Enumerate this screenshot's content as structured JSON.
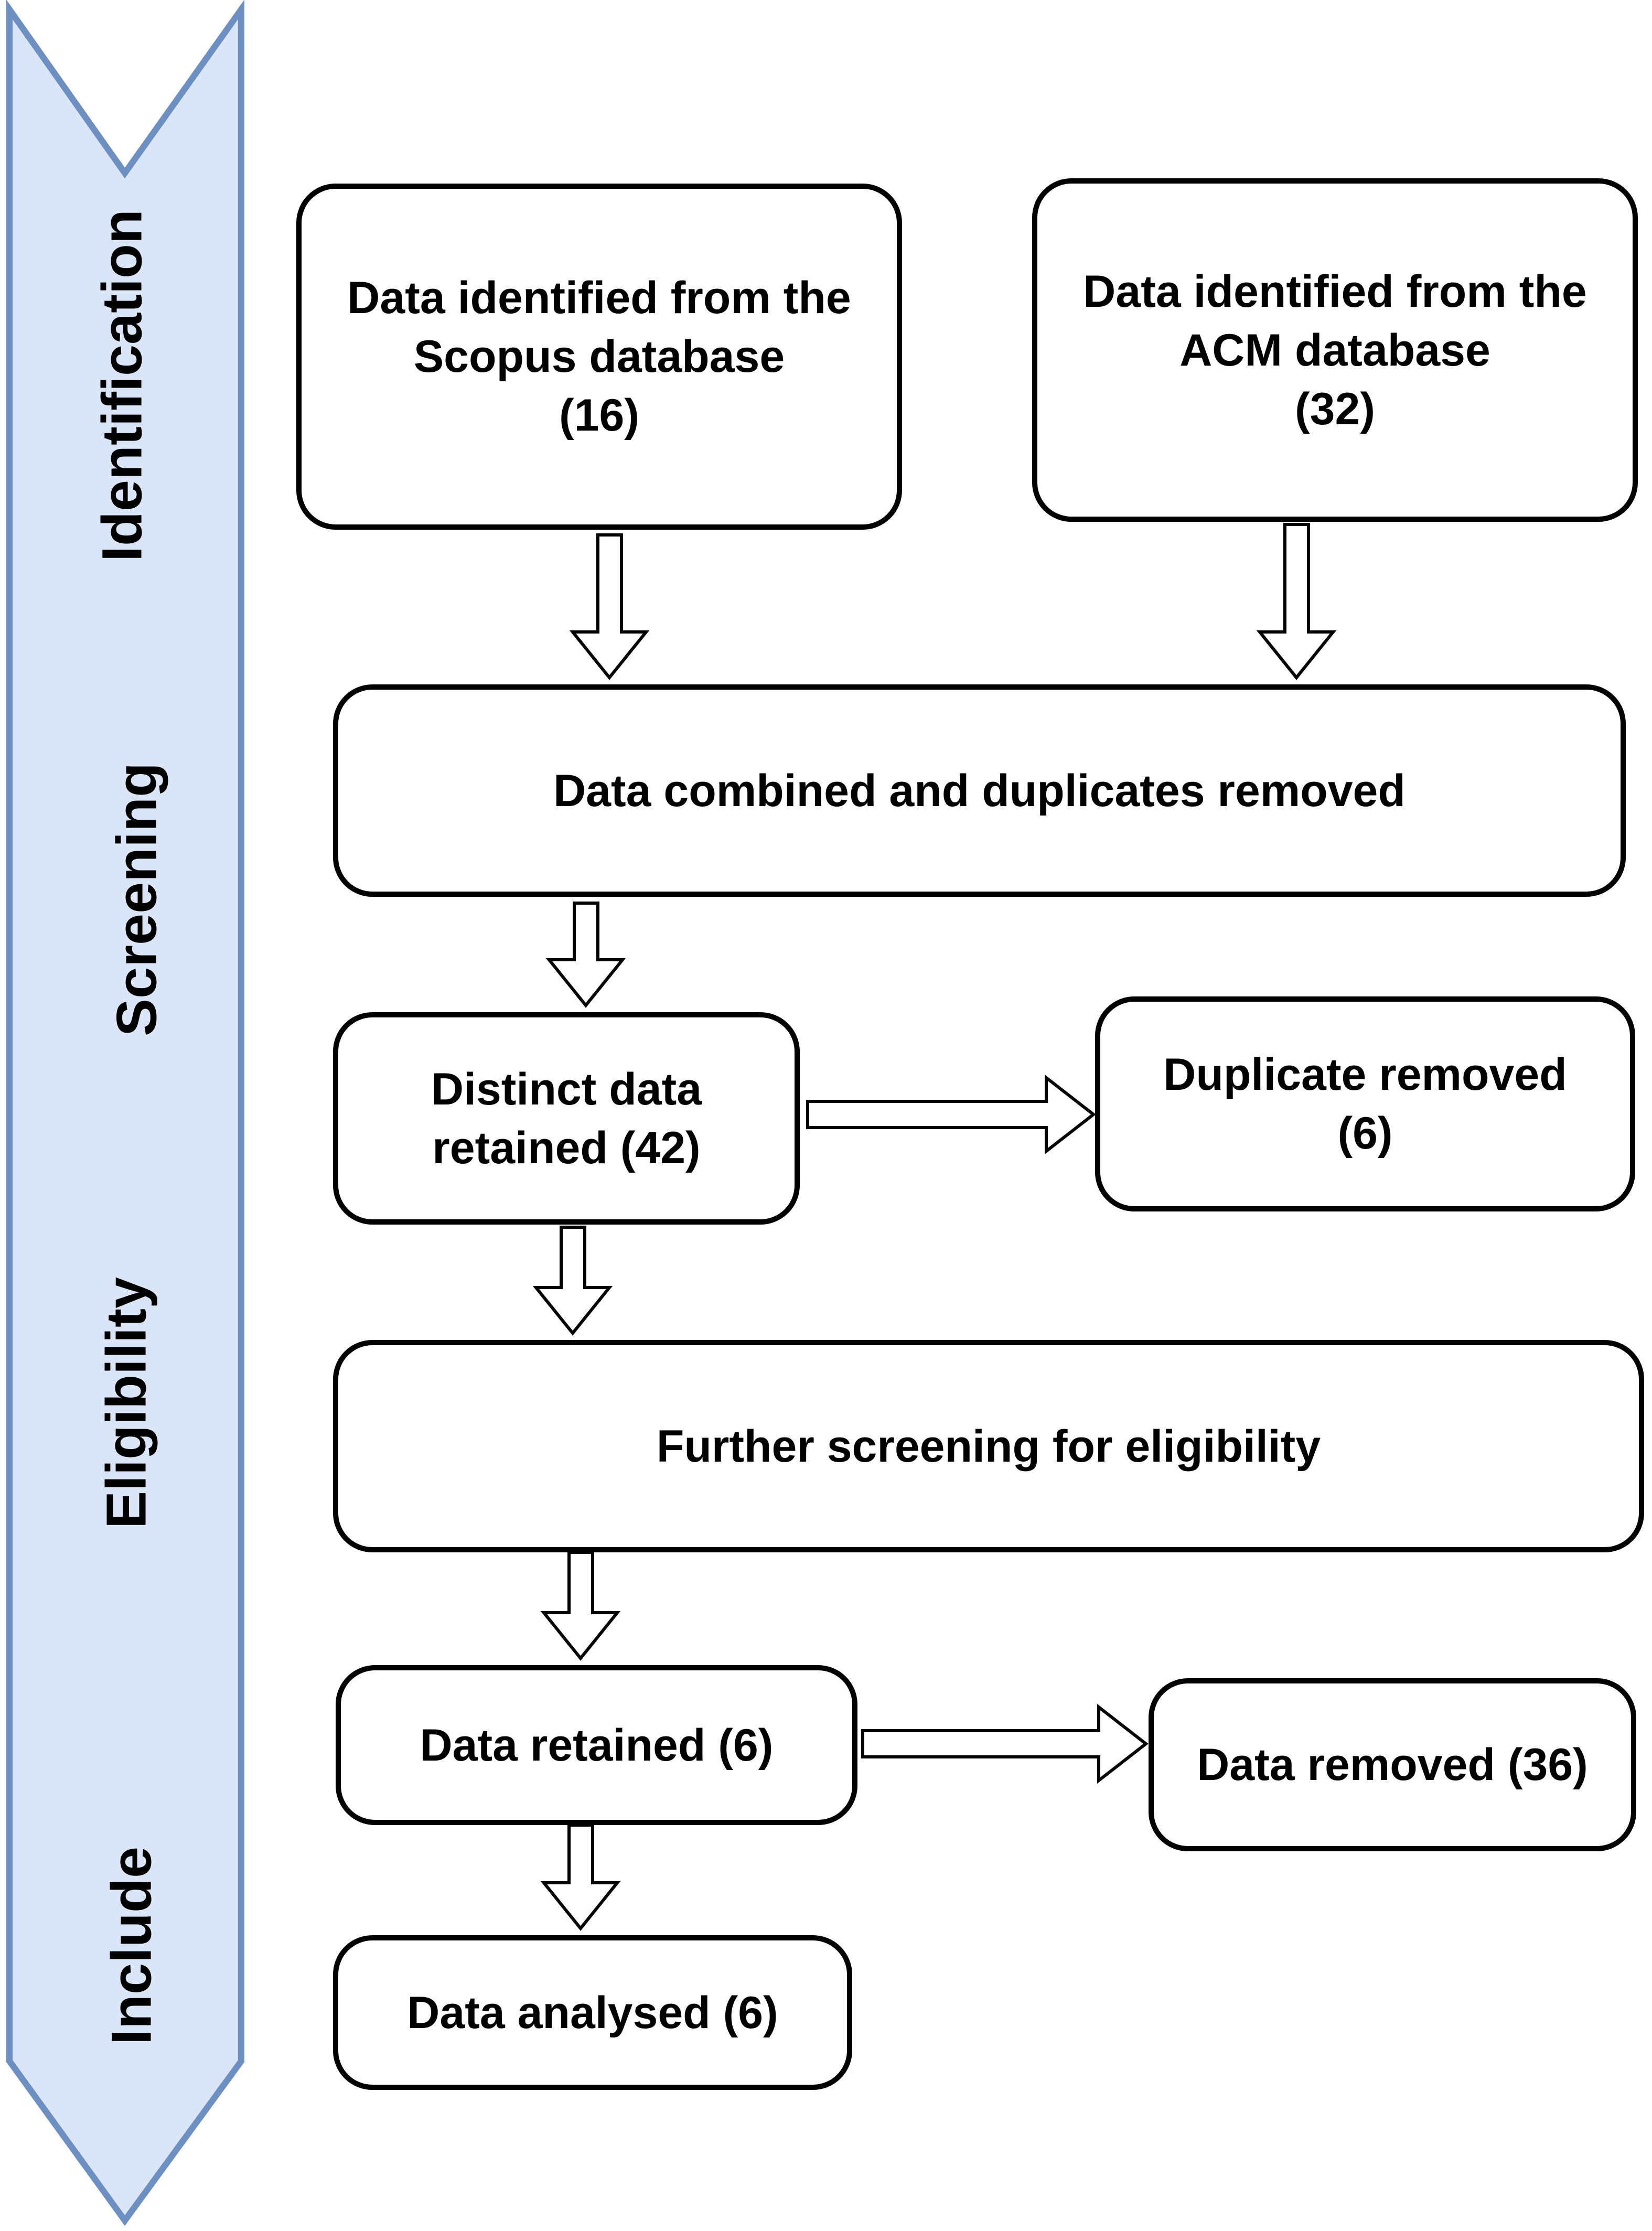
{
  "stages": [
    {
      "label": "Identification"
    },
    {
      "label": "Screening"
    },
    {
      "label": "Eligibility"
    },
    {
      "label": "Include"
    }
  ],
  "nodes": {
    "scopus": "Data identified from the\nScopus database\n(16)",
    "acm": "Data identified from the\nACM database\n(32)",
    "combined": "Data combined and duplicates removed",
    "distinct": "Distinct data\nretained (42)",
    "duplicate_removed": "Duplicate removed\n(6)",
    "further_screening": "Further screening for eligibility",
    "retained": "Data retained (6)",
    "removed": "Data removed (36)",
    "analysed": "Data analysed (6)"
  },
  "colors": {
    "stage_band_fill": "#dae6f7",
    "stage_band_stroke": "#6d8fc2",
    "box_stroke": "#000000",
    "arrow_stroke": "#000000"
  }
}
